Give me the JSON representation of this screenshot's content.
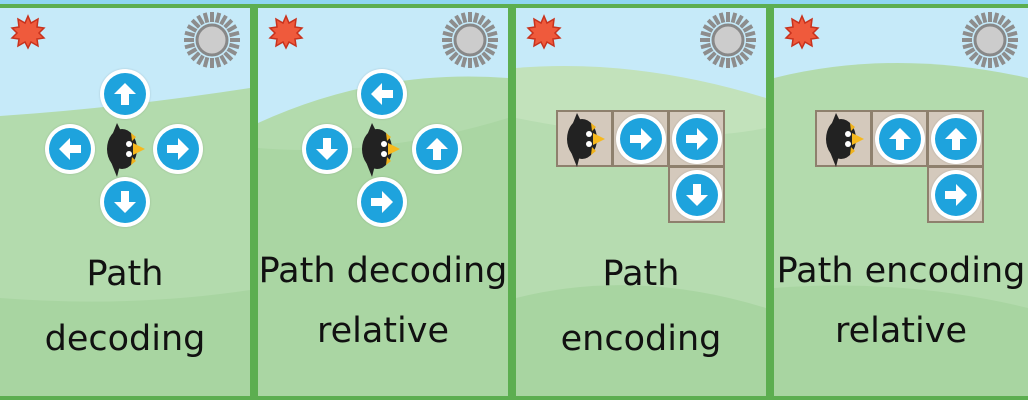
{
  "panels": [
    {
      "id": "path-decoding",
      "line1": "Path",
      "line2": "decoding"
    },
    {
      "id": "path-decoding-relative",
      "line1": "Path decoding",
      "line2": "relative"
    },
    {
      "id": "path-encoding",
      "line1": "Path",
      "line2": "encoding"
    },
    {
      "id": "path-encoding-relative",
      "line1": "Path encoding",
      "line2": "relative"
    }
  ],
  "icons": {
    "panel1": [
      "arrow-up",
      "arrow-left",
      "arrow-right",
      "arrow-down",
      "penguin"
    ],
    "panel2": [
      "arrow-left",
      "arrow-down",
      "arrow-up",
      "arrow-right",
      "penguin"
    ],
    "panel3": [
      "penguin",
      "arrow-right",
      "arrow-right",
      "arrow-down"
    ],
    "panel4": [
      "penguin",
      "arrow-up",
      "arrow-up",
      "arrow-right"
    ]
  },
  "colors": {
    "sky": "#c6eaf9",
    "grass": "#b3dbad",
    "arrow": "#1ea3dd",
    "star": "#ef5a3c",
    "border": "#5cae50"
  }
}
